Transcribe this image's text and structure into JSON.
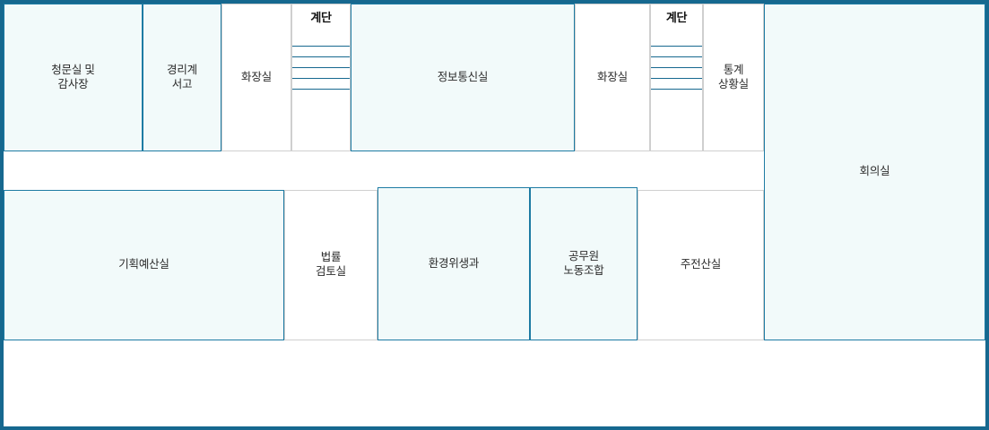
{
  "diagram": {
    "type": "floor-plan",
    "title": "",
    "colors": {
      "outer_border": "#16688f",
      "room_border": "#1d7ba3",
      "room_fill": "#f2fafa",
      "plain_border": "#cfcfcf",
      "plain_fill": "#ffffff",
      "stair_tread": "#16688f",
      "text": "#2b2b2b"
    }
  },
  "rooms": {
    "hearing_audit": {
      "label": "청문실 및\n감사장"
    },
    "accounting_archive": {
      "label": "경리계\n서고"
    },
    "restroom_left": {
      "label": "화장실"
    },
    "stair_left": {
      "label": "계단"
    },
    "it_comm": {
      "label": "정보통신실"
    },
    "restroom_right": {
      "label": "화장실"
    },
    "stair_right": {
      "label": "계단"
    },
    "stats_situation": {
      "label": "통계\n상황실"
    },
    "conference": {
      "label": "회의실"
    },
    "planning_budget": {
      "label": "기획예산실"
    },
    "legal_review": {
      "label": "법률\n검토실"
    },
    "environment_hygiene": {
      "label": "환경위생과"
    },
    "public_union": {
      "label": "공무원\n노동조합"
    },
    "main_computer": {
      "label": "주전산실"
    }
  }
}
